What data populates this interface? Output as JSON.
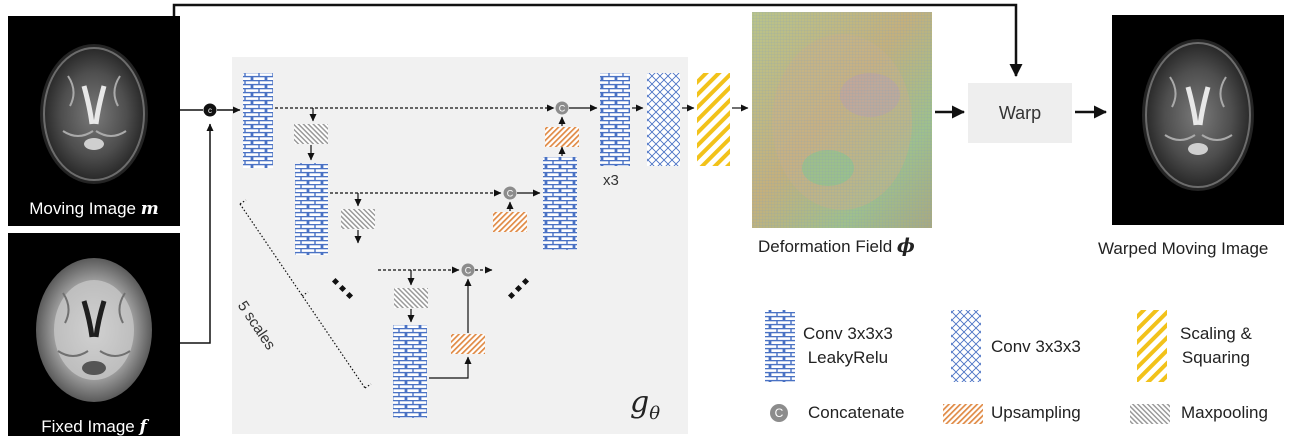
{
  "captions": {
    "moving_image": "Moving Image",
    "moving_symbol": "m",
    "fixed_image": "Fixed Image",
    "fixed_symbol": "f",
    "deformation_field": "Deformation Field",
    "deformation_symbol": "ϕ",
    "warped_image": "Warped Moving Image"
  },
  "network": {
    "symbol": "g",
    "symbol_sub": "θ",
    "repeat_label": "x3",
    "scales_label": "5 scales",
    "concat_glyph": "C"
  },
  "warp": {
    "label": "Warp"
  },
  "legend": {
    "conv_leaky_line1": "Conv 3x3x3",
    "conv_leaky_line2": "LeakyRelu",
    "conv": "Conv 3x3x3",
    "scaling_line1": "Scaling &",
    "scaling_line2": "Squaring",
    "concatenate": "Concatenate",
    "upsampling": "Upsampling",
    "maxpooling": "Maxpooling"
  },
  "colors": {
    "conv_blue": "#4a72c4",
    "upsample_orange": "#e08a45",
    "maxpool_gray": "#9a9a9a",
    "scaling_yellow": "#f2c21a",
    "concat_gray": "#8c8c8c"
  }
}
